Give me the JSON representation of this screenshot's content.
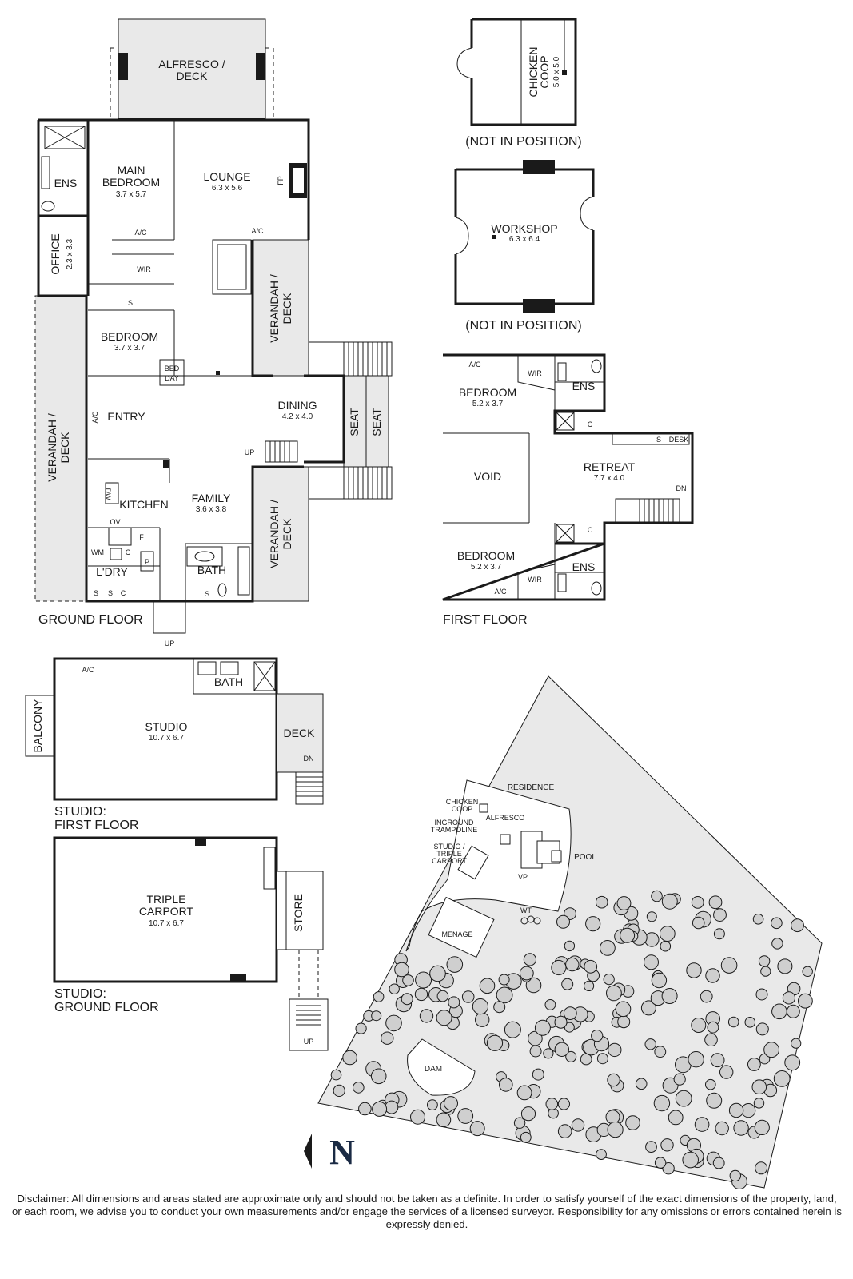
{
  "ground_floor": {
    "title": "GROUND FLOOR",
    "alfresco": "ALFRESCO /",
    "alfresco_2": "DECK",
    "main_bedroom": "MAIN",
    "main_bedroom_2": "BEDROOM",
    "main_bedroom_dim": "3.7 x 5.7",
    "ens": "ENS",
    "lounge": "LOUNGE",
    "lounge_dim": "6.3 x 5.6",
    "fp": "FP",
    "ac": "A/C",
    "wir": "WIR",
    "office": "OFFICE",
    "office_dim": "2.3 x 3.3",
    "s": "S",
    "bedroom": "BEDROOM",
    "bedroom_dim": "3.7 x 3.7",
    "bed": "BED",
    "day": "DAY",
    "verandah": "VERANDAH /",
    "deck": "DECK",
    "entry": "ENTRY",
    "dining": "DINING",
    "dining_dim": "4.2 x 4.0",
    "seat": "SEAT",
    "up": "UP",
    "kitchen": "KITCHEN",
    "dw": "DW",
    "family": "FAMILY",
    "family_dim": "3.6 x 3.8",
    "ov": "OV",
    "f": "F",
    "wm": "WM",
    "c": "C",
    "p": "P",
    "ldry": "L'DRY",
    "bath": "BATH"
  },
  "outbuildings": {
    "chicken_coop": "CHICKEN",
    "chicken_coop_2": "COOP",
    "chicken_coop_dim": "5.0 x 5.0",
    "not_in_position": "(NOT IN POSITION)",
    "workshop": "WORKSHOP",
    "workshop_dim": "6.3 x 6.4"
  },
  "first_floor": {
    "title": "FIRST FLOOR",
    "ac": "A/C",
    "wir": "WIR",
    "ens": "ENS",
    "bedroom": "BEDROOM",
    "bedroom_dim": "5.2 x 3.7",
    "c": "C",
    "s": "S",
    "desk": "DESK",
    "void": "VOID",
    "retreat": "RETREAT",
    "retreat_dim": "7.7 x 4.0",
    "dn": "DN"
  },
  "studio_first": {
    "title": "STUDIO:",
    "title_2": "FIRST FLOOR",
    "ac": "A/C",
    "bath": "BATH",
    "balcony": "BALCONY",
    "studio": "STUDIO",
    "studio_dim": "10.7 x 6.7",
    "deck": "DECK",
    "dn": "DN"
  },
  "studio_ground": {
    "title": "STUDIO:",
    "title_2": "GROUND FLOOR",
    "carport": "TRIPLE",
    "carport_2": "CARPORT",
    "carport_dim": "10.7 x 6.7",
    "store": "STORE",
    "up": "UP"
  },
  "site": {
    "residence": "RESIDENCE",
    "chicken_coop": "CHICKEN",
    "chicken_coop_2": "COOP",
    "alfresco": "ALFRESCO",
    "trampoline": "INGROUND",
    "trampoline_2": "TRAMPOLINE",
    "studio": "STUDIO /",
    "studio_2": "TRIPLE",
    "studio_3": "CARPORT",
    "pool": "POOL",
    "vp": "VP",
    "wt": "WT",
    "menage": "MENAGE",
    "dam": "DAM",
    "north": "N"
  },
  "disclaimer": "Disclaimer: All dimensions and areas stated are approximate only and should not be taken as a definite. In order to satisfy yourself of the exact dimensions of the property, land, or each room, we advise you to conduct your own measurements and/or engage the services of a licensed surveyor. Responsibility for any omissions or errors contained herein is expressly denied."
}
